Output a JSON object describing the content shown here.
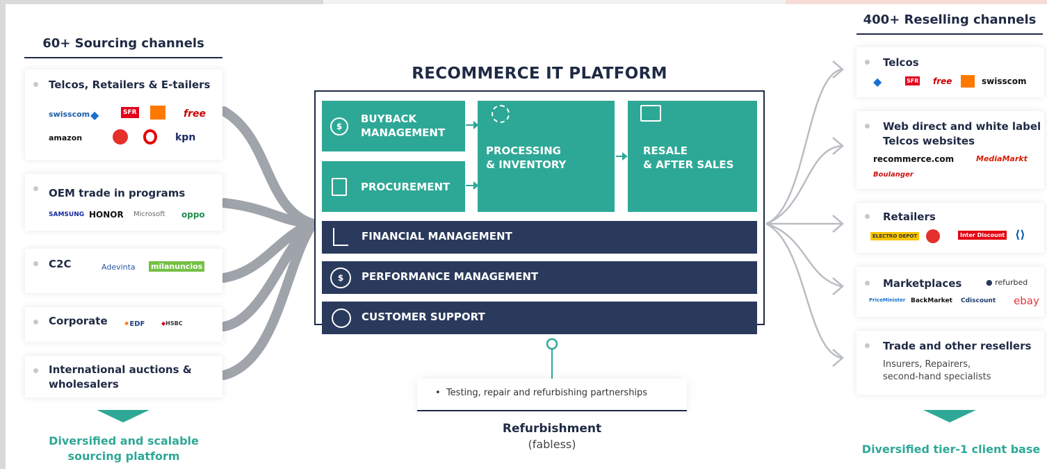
{
  "left": {
    "title": "60+ Sourcing channels",
    "cards": [
      {
        "title": "Telcos, Retailers & E-tailers",
        "logos": [
          "swisscom",
          "bouygues",
          "SFR",
          "orange",
          "free",
          "amazon",
          "b",
          "vodafone",
          "kpn"
        ]
      },
      {
        "title": "OEM trade in programs",
        "logos": [
          "SAMSUNG",
          "HONOR",
          "Microsoft",
          "oppo"
        ]
      },
      {
        "title": "C2C",
        "logos": [
          "Adevinta",
          "milanuncios"
        ]
      },
      {
        "title": "Corporate",
        "logos": [
          "EDF",
          "HSBC"
        ]
      },
      {
        "title": "International auctions & wholesalers",
        "logos": []
      }
    ],
    "footer_line1": "Diversified and scalable",
    "footer_line2": "sourcing platform"
  },
  "platform": {
    "title": "RECOMMERCE IT PLATFORM",
    "buyback_line1": "BUYBACK",
    "buyback_line2": "MANAGEMENT",
    "procurement": "PROCUREMENT",
    "processing_line1": "PROCESSING",
    "processing_line2": "& INVENTORY",
    "resale_line1": "RESALE",
    "resale_line2": "& AFTER SALES",
    "financial": "FINANCIAL MANAGEMENT",
    "performance": "PERFORMANCE MANAGEMENT",
    "customer": "CUSTOMER SUPPORT"
  },
  "refurb": {
    "bullet": "•",
    "item": "Testing, repair and refurbishing partnerships",
    "title": "Refurbishment",
    "subtitle": "(fabless)"
  },
  "right": {
    "title": "400+ Reselling channels",
    "cards": [
      {
        "title": "Telcos",
        "logos": [
          "bouygues",
          "SFR",
          "free",
          "orange",
          "swisscom"
        ]
      },
      {
        "title_line1": "Web direct and white label",
        "title_line2": "Telcos websites",
        "logos": [
          "recommerce.com",
          "MediaMarkt",
          "Boulanger"
        ]
      },
      {
        "title": "Retailers",
        "logos": [
          "ELECTRO DEPOT",
          "b",
          "Inter Discount",
          "Carrefour"
        ]
      },
      {
        "title": "Marketplaces",
        "logos": [
          "refurbed",
          "PriceMinister",
          "BackMarket",
          "Cdiscount",
          "ebay"
        ]
      },
      {
        "title": "Trade and other resellers",
        "desc_line1": "Insurers, Repairers,",
        "desc_line2": "second-hand specialists"
      }
    ],
    "footer": "Diversified tier-1 client base"
  },
  "colors": {
    "teal": "#2ea896",
    "navy": "#2a3a5c",
    "ink": "#1f2a44"
  }
}
